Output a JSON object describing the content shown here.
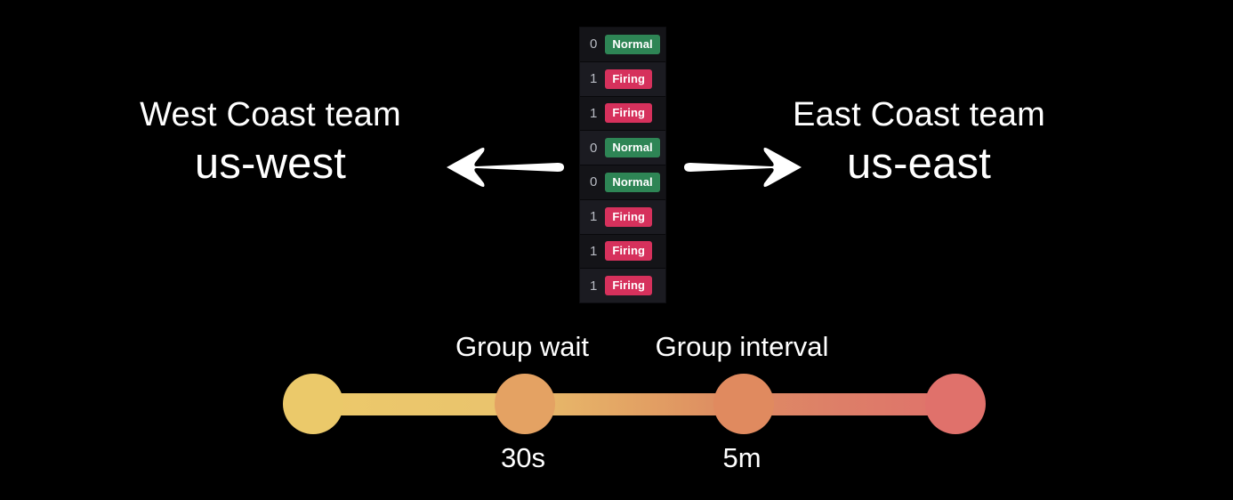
{
  "background_color": "#000000",
  "teams": {
    "left": {
      "title": "West Coast team",
      "name": "us-west",
      "arrow_icon": "arrow-left-icon"
    },
    "right": {
      "title": "East Coast team",
      "name": "us-east",
      "arrow_icon": "arrow-right-icon"
    }
  },
  "alert_panel": {
    "normal_label": "Normal",
    "firing_label": "Firing",
    "normal_color": "#2e8555",
    "firing_color": "#d6315c",
    "rows": [
      {
        "count": "0",
        "status": "Normal"
      },
      {
        "count": "1",
        "status": "Firing"
      },
      {
        "count": "1",
        "status": "Firing"
      },
      {
        "count": "0",
        "status": "Normal"
      },
      {
        "count": "0",
        "status": "Normal"
      },
      {
        "count": "1",
        "status": "Firing"
      },
      {
        "count": "1",
        "status": "Firing"
      },
      {
        "count": "1",
        "status": "Firing"
      }
    ]
  },
  "timeline": {
    "group_wait_label": "Group wait",
    "group_interval_label": "Group interval",
    "group_wait_value": "30s",
    "group_interval_value": "5m",
    "stop_colors": [
      "#ebc96a",
      "#e4a263",
      "#e08a5f",
      "#e0716b"
    ]
  }
}
